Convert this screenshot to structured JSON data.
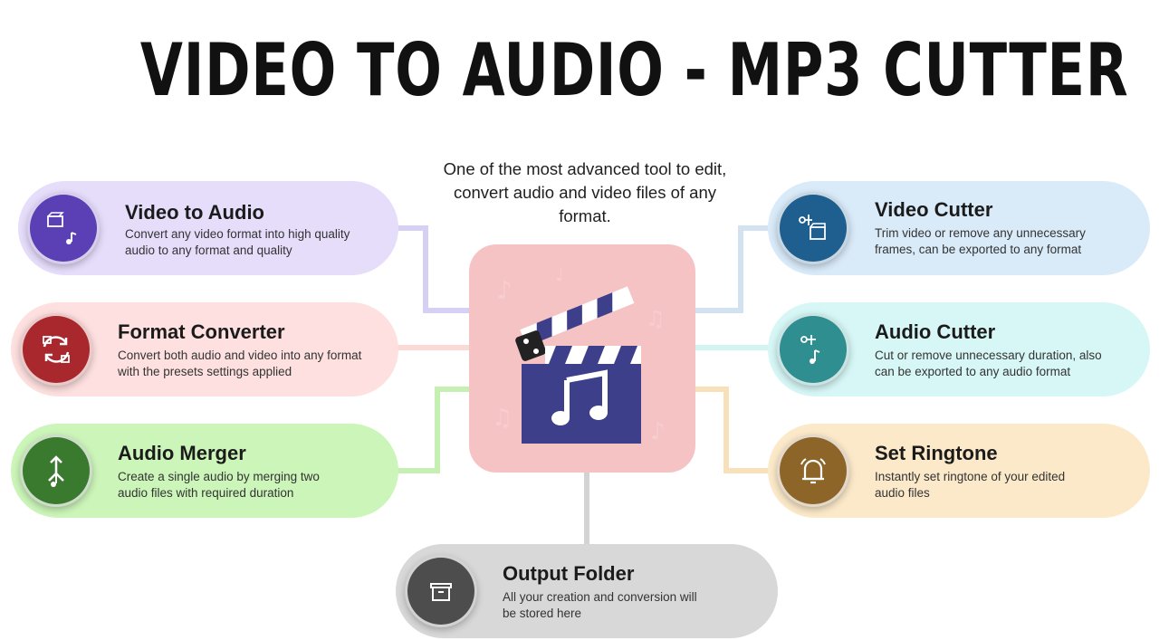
{
  "title": "VIDEO TO AUDIO - MP3 CUTTER",
  "tagline": "One of the most advanced tool to edit, convert audio and video files of any format.",
  "features": [
    {
      "id": "video-to-audio",
      "title": "Video to Audio",
      "description": "Convert any video format into high quality audio to any format and quality",
      "icon": "clapper-note-icon",
      "card_color": "#e6ddfb",
      "icon_color": "#5b3fb4"
    },
    {
      "id": "format-converter",
      "title": "Format Converter",
      "description": "Convert both audio and video into any format with the presets settings applied",
      "icon": "convert-arrows-icon",
      "card_color": "#fde0df",
      "icon_color": "#a8282d"
    },
    {
      "id": "audio-merger",
      "title": "Audio Merger",
      "description": "Create a single audio by merging two audio files with required duration",
      "icon": "merge-icon",
      "card_color": "#ccf5b9",
      "icon_color": "#3a7a2f"
    },
    {
      "id": "video-cutter",
      "title": "Video Cutter",
      "description": "Trim video or remove any unnecessary frames, can be exported to any format",
      "icon": "scissors-clapper-icon",
      "card_color": "#d9eaf9",
      "icon_color": "#1f5f8f"
    },
    {
      "id": "audio-cutter",
      "title": "Audio Cutter",
      "description": "Cut or remove unnecessary duration, also can be exported to any audio format",
      "icon": "scissors-note-icon",
      "card_color": "#d6f7f6",
      "icon_color": "#2f8e90"
    },
    {
      "id": "set-ringtone",
      "title": "Set Ringtone",
      "description": "Instantly set ringtone of your edited audio files",
      "icon": "bell-icon",
      "card_color": "#fbe9c9",
      "icon_color": "#8e6528"
    },
    {
      "id": "output-folder",
      "title": "Output Folder",
      "description": "All your creation and conversion will be stored here",
      "icon": "archive-box-icon",
      "card_color": "#d8d8d8",
      "icon_color": "#4d4d4d"
    }
  ],
  "center_icon": "clapperboard-music-icon",
  "colors": {
    "center_tile": "#f6c3c5",
    "clapper_body": "#3d3f8a"
  }
}
